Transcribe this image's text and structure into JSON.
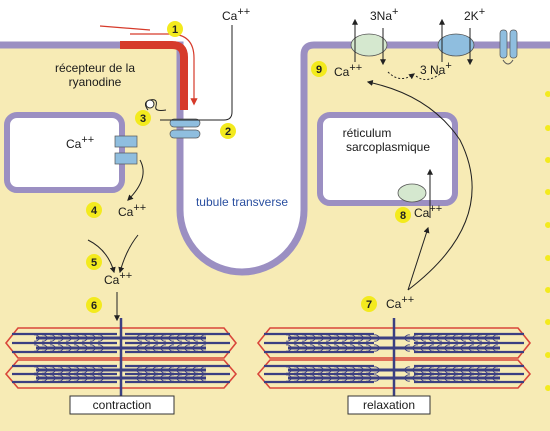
{
  "colors": {
    "cytoplasm": "#f7ebb5",
    "membrane": "#9b8fc2",
    "membrane_fill": "#b7aedb",
    "red_segment": "#d63a2a",
    "sarcomere_outline": "#d9463a",
    "filament": "#3b3f82",
    "channel": "#8fbedf",
    "marker": "#f3ea1e",
    "blue_text": "#2a4fa0",
    "pump_green": "#d5e8cf"
  },
  "steps": {
    "s1": "1",
    "s2": "2",
    "s3": "3",
    "s4": "4",
    "s5": "5",
    "s6": "6",
    "s7": "7",
    "s8": "8",
    "s9": "9"
  },
  "labels": {
    "ca_out": "Ca",
    "ca_sup": "++",
    "na": "3Na",
    "na_sup": "+",
    "k": "2K",
    "k_sup": "+",
    "na_small": "3 Na",
    "na_small_sup": "+",
    "ryanodine_line1": "récepteur de la",
    "ryanodine_line2": "ryanodine",
    "reticulum_line1": "réticulum",
    "reticulum_line2": "sarcoplasmique",
    "tubule": "tubule transverse",
    "contraction": "contraction",
    "relaxation": "relaxation"
  }
}
